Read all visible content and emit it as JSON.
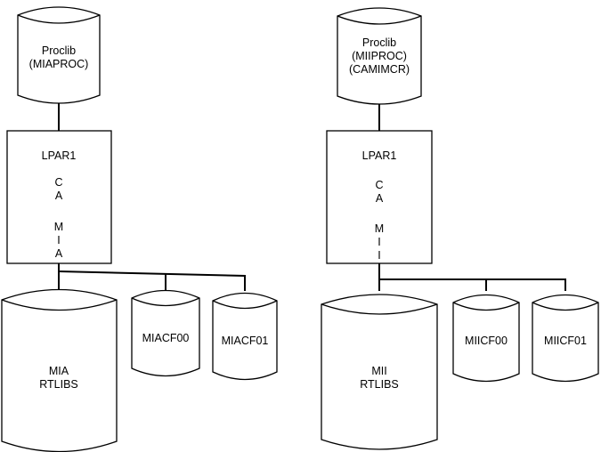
{
  "left": {
    "proclib": [
      "Proclib",
      "(MIAPROC)"
    ],
    "lpar": "LPAR1",
    "lpar_letters": [
      "C",
      "A",
      "M",
      "I",
      "A"
    ],
    "rtlibs": [
      "MIA",
      "RTLIBS"
    ],
    "cf0": "MIACF00",
    "cf1": "MIACF01"
  },
  "right": {
    "proclib": [
      "Proclib",
      "(MIIPROC)",
      "(CAMIMCR)"
    ],
    "lpar": "LPAR1",
    "lpar_letters": [
      "C",
      "A",
      "M",
      "I",
      "I"
    ],
    "rtlibs": [
      "MII",
      "RTLIBS"
    ],
    "cf0": "MIICF00",
    "cf1": "MIICF01"
  }
}
